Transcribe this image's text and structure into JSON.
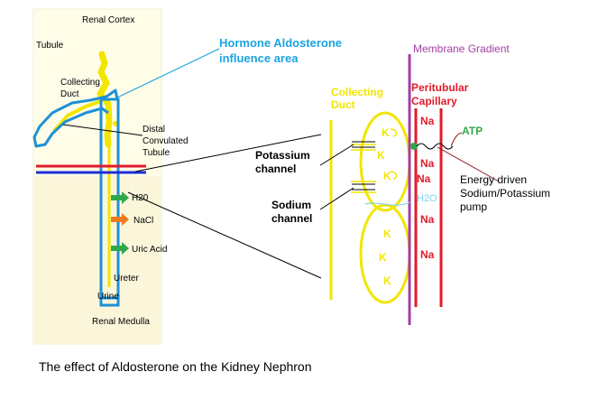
{
  "nephron": {
    "renal_cortex": "Renal Cortex",
    "tubule": "Tubule",
    "collecting_duct": [
      "Collecting",
      "Duct"
    ],
    "distal_tubule": [
      "Distal",
      "Convulated",
      "Tubule"
    ],
    "h2o": "H20",
    "nacl": "NaCl",
    "uric_acid": "Uric Acid",
    "ureter": "Ureter",
    "urine": "Urine",
    "renal_medulla": "Renal Medulla"
  },
  "hormone": [
    "Hormone Aldosterone",
    "influence area"
  ],
  "detail": {
    "membrane_gradient": "Membrane Gradient",
    "collecting_duct": [
      "Collecting",
      "Duct"
    ],
    "peritubular_capillary": [
      "Peritubular",
      "Capillary"
    ],
    "potassium_channel": [
      "Potassium",
      "channel"
    ],
    "sodium_channel": [
      "Sodium",
      "channel"
    ],
    "atp": "ATP",
    "pump": [
      "Energy driven",
      "Sodium/Potassium",
      "pump"
    ],
    "h2o": "H2O",
    "k_upper": [
      "K",
      "K",
      "K"
    ],
    "k_lower": [
      "K",
      "K",
      "K"
    ],
    "na": [
      "Na",
      "Na",
      "Na",
      "Na",
      "Na"
    ]
  },
  "caption": "The effect of Aldosterone on the Kidney Nephron",
  "colors": {
    "tubule_blue": "#1e90d6",
    "duct_yellow": "#f2e600",
    "capillary_red": "#e11b2b",
    "membrane_purple": "#a23fa2",
    "arrow_green": "#2ea84a",
    "arrow_orange": "#f07a20"
  }
}
